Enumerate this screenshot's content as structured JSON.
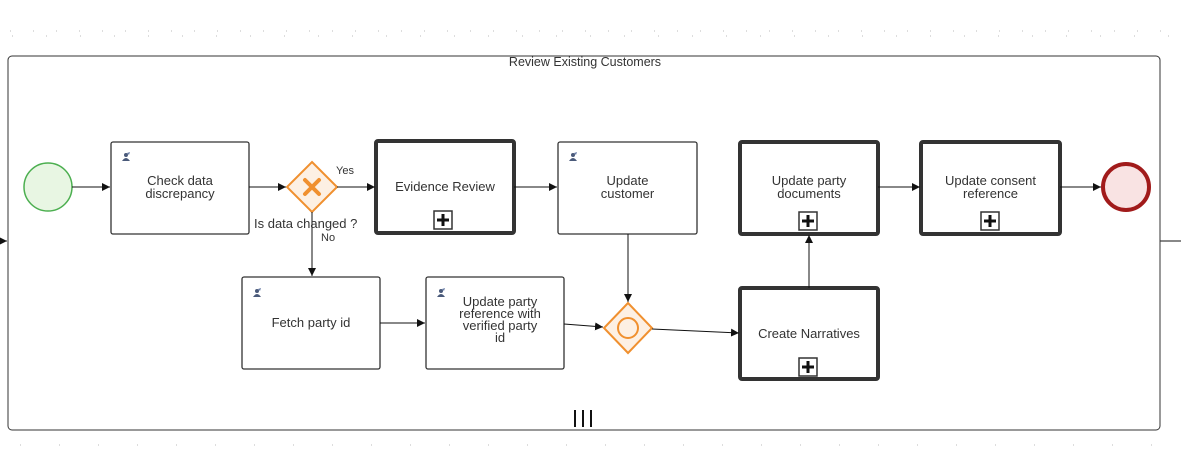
{
  "subprocess": {
    "title": "Review Existing Customers"
  },
  "tasks": {
    "check_data": "Check data\ndiscrepancy",
    "evidence_review": "Evidence Review",
    "update_customer": "Update\ncustomer",
    "update_party_documents": "Update party\ndocuments",
    "update_consent_reference": "Update consent\nreference",
    "fetch_party_id": "Fetch party id",
    "update_party_reference": "Update party\nreference with\nverified party\nid",
    "create_narratives": "Create Narratives"
  },
  "gateway": {
    "question": "Is data changed ?",
    "yes_label": "Yes",
    "no_label": "No"
  },
  "marker": {
    "parallel": "III"
  },
  "colors": {
    "start_stroke": "#4caf50",
    "start_fill": "#e8f6e3",
    "end_stroke": "#a11b1b",
    "end_fill": "#f9e3e3",
    "gateway_stroke": "#f0902f",
    "gateway_fill": "#fdf0e3",
    "task_stroke": "#333333"
  },
  "icons": {
    "user_task": "user-task-icon",
    "subprocess_marker": "plus-marker-icon",
    "exclusive_gateway": "x-gateway-icon",
    "inclusive_gateway": "circle-gateway-icon"
  }
}
